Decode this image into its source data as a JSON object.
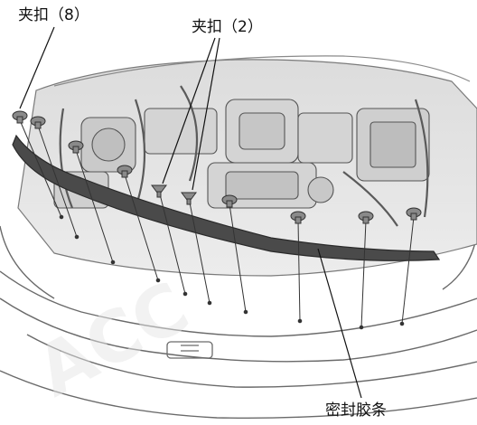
{
  "callouts": {
    "clips_8": "夹扣（8）",
    "clips_2": "夹扣（2）",
    "seal_strip": "密封胶条"
  },
  "watermark": "ACC",
  "colors": {
    "background": "#ffffff",
    "line_art": "#555555",
    "seal_strip_fill": "#4a4a4a",
    "clip_fill": "#8a8a8a",
    "leader_line": "#111111"
  }
}
